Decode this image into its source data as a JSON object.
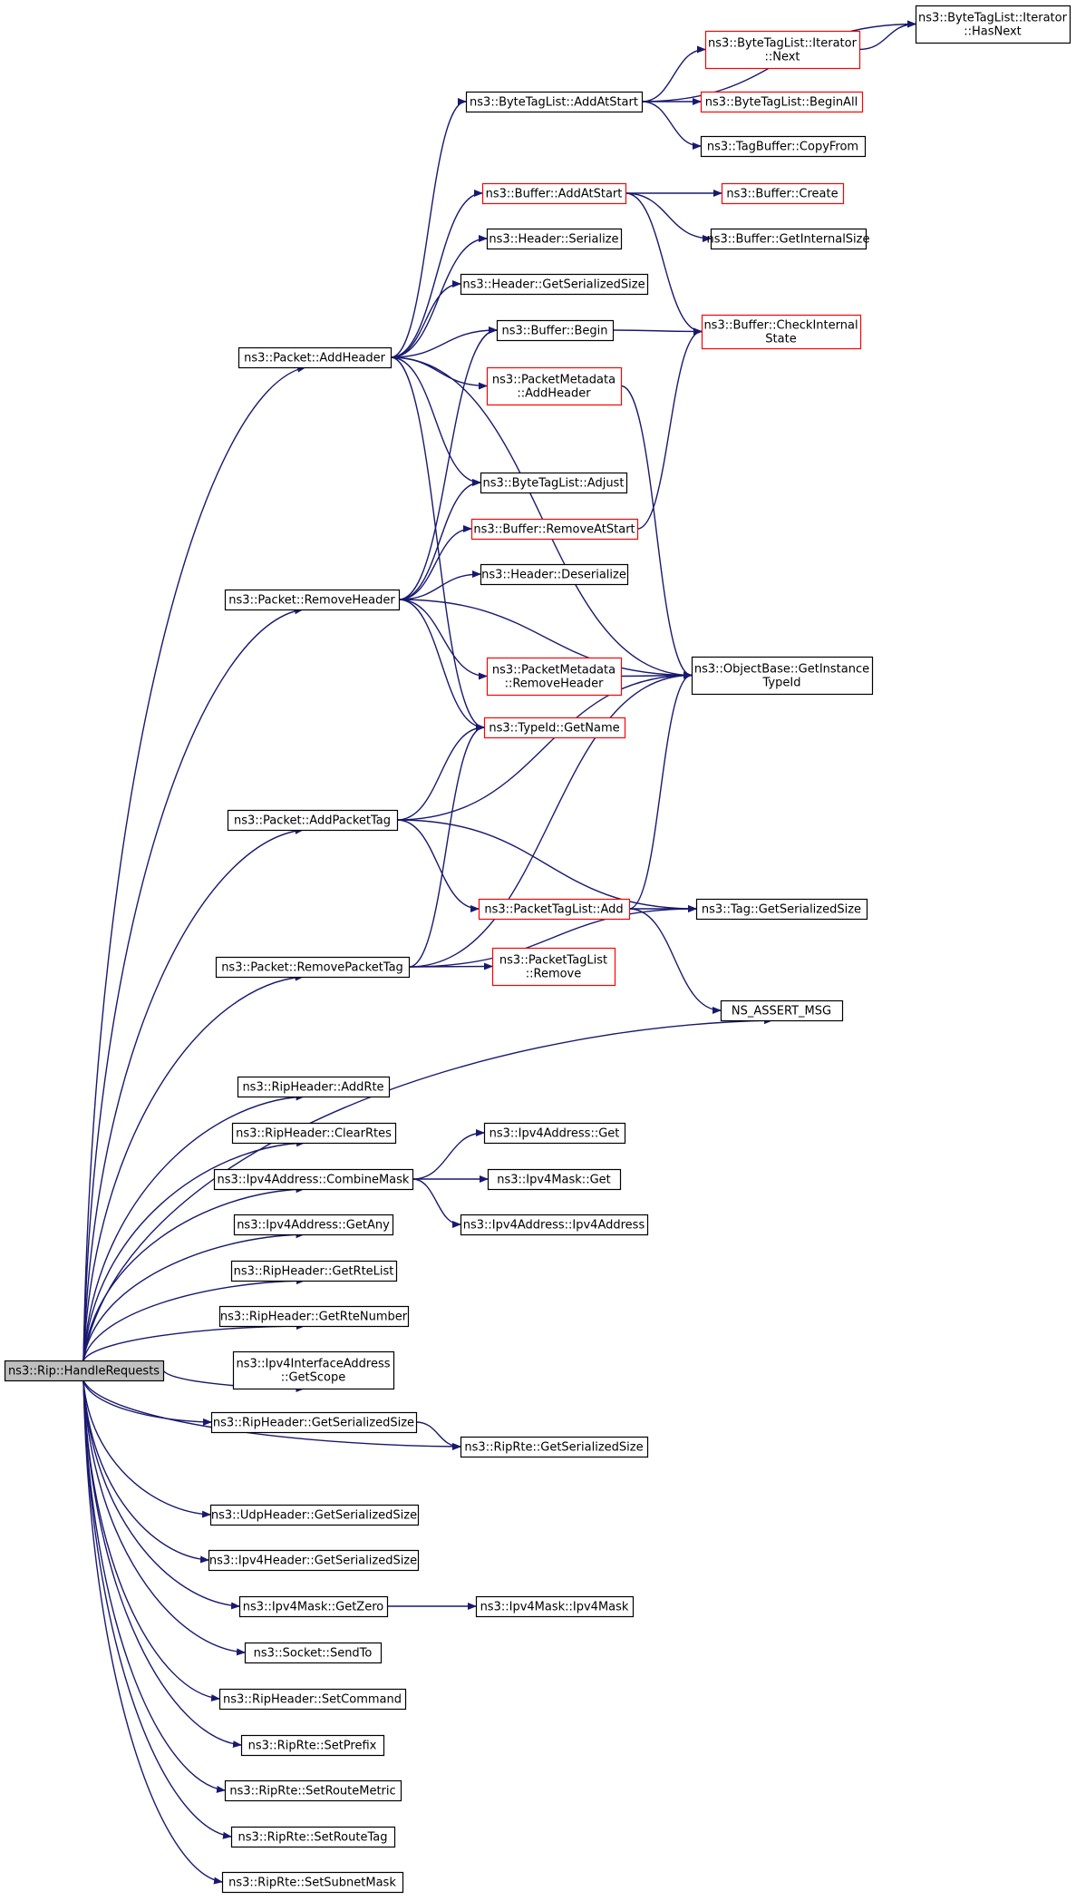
{
  "colors": {
    "edge": "#191970",
    "node_border_normal": "#000000",
    "node_border_highlighted": "#ff0000",
    "node_fill": "#ffffff",
    "root_fill": "#bfbfbf"
  },
  "nodes": [
    {
      "id": "root",
      "lines": [
        "ns3::Rip::HandleRequests"
      ],
      "style": "root"
    },
    {
      "id": "pkt_addheader",
      "lines": [
        "ns3::Packet::AddHeader"
      ],
      "style": "normal"
    },
    {
      "id": "pkt_removeheader",
      "lines": [
        "ns3::Packet::RemoveHeader"
      ],
      "style": "normal"
    },
    {
      "id": "pkt_addpackettag",
      "lines": [
        "ns3::Packet::AddPacketTag"
      ],
      "style": "normal"
    },
    {
      "id": "pkt_removepackettag",
      "lines": [
        "ns3::Packet::RemovePacketTag"
      ],
      "style": "normal"
    },
    {
      "id": "riphdr_addrte",
      "lines": [
        "ns3::RipHeader::AddRte"
      ],
      "style": "normal"
    },
    {
      "id": "riphdr_clearrtes",
      "lines": [
        "ns3::RipHeader::ClearRtes"
      ],
      "style": "normal"
    },
    {
      "id": "ipv4addr_combinemask",
      "lines": [
        "ns3::Ipv4Address::CombineMask"
      ],
      "style": "normal"
    },
    {
      "id": "ipv4addr_getany",
      "lines": [
        "ns3::Ipv4Address::GetAny"
      ],
      "style": "normal"
    },
    {
      "id": "riphdr_getrtelist",
      "lines": [
        "ns3::RipHeader::GetRteList"
      ],
      "style": "normal"
    },
    {
      "id": "riphdr_getrtenumber",
      "lines": [
        "ns3::RipHeader::GetRteNumber"
      ],
      "style": "normal"
    },
    {
      "id": "ipv4ifaddr_getscope",
      "lines": [
        "ns3::Ipv4InterfaceAddress",
        "::GetScope"
      ],
      "style": "normal"
    },
    {
      "id": "riphdr_getserializedsize",
      "lines": [
        "ns3::RipHeader::GetSerializedSize"
      ],
      "style": "normal"
    },
    {
      "id": "udphdr_getserializedsize",
      "lines": [
        "ns3::UdpHeader::GetSerializedSize"
      ],
      "style": "normal"
    },
    {
      "id": "ipv4hdr_getserializedsize",
      "lines": [
        "ns3::Ipv4Header::GetSerializedSize"
      ],
      "style": "normal"
    },
    {
      "id": "ipv4mask_getzero",
      "lines": [
        "ns3::Ipv4Mask::GetZero"
      ],
      "style": "normal"
    },
    {
      "id": "socket_sendto",
      "lines": [
        "ns3::Socket::SendTo"
      ],
      "style": "normal"
    },
    {
      "id": "riphdr_setcommand",
      "lines": [
        "ns3::RipHeader::SetCommand"
      ],
      "style": "normal"
    },
    {
      "id": "riprte_setprefix",
      "lines": [
        "ns3::RipRte::SetPrefix"
      ],
      "style": "normal"
    },
    {
      "id": "riprte_setroutemetric",
      "lines": [
        "ns3::RipRte::SetRouteMetric"
      ],
      "style": "normal"
    },
    {
      "id": "riprte_setroutetag",
      "lines": [
        "ns3::RipRte::SetRouteTag"
      ],
      "style": "normal"
    },
    {
      "id": "riprte_setsubnetmask",
      "lines": [
        "ns3::RipRte::SetSubnetMask"
      ],
      "style": "normal"
    },
    {
      "id": "btl_addatstart",
      "lines": [
        "ns3::ByteTagList::AddAtStart"
      ],
      "style": "normal"
    },
    {
      "id": "buf_addatstart",
      "lines": [
        "ns3::Buffer::AddAtStart"
      ],
      "style": "highlighted"
    },
    {
      "id": "hdr_serialize",
      "lines": [
        "ns3::Header::Serialize"
      ],
      "style": "normal"
    },
    {
      "id": "hdr_getserializedsize",
      "lines": [
        "ns3::Header::GetSerializedSize"
      ],
      "style": "normal"
    },
    {
      "id": "buf_begin",
      "lines": [
        "ns3::Buffer::Begin"
      ],
      "style": "normal"
    },
    {
      "id": "pmd_addheader",
      "lines": [
        "ns3::PacketMetadata",
        "::AddHeader"
      ],
      "style": "highlighted"
    },
    {
      "id": "btl_adjust",
      "lines": [
        "ns3::ByteTagList::Adjust"
      ],
      "style": "normal"
    },
    {
      "id": "buf_removeatstart",
      "lines": [
        "ns3::Buffer::RemoveAtStart"
      ],
      "style": "highlighted"
    },
    {
      "id": "hdr_deserialize",
      "lines": [
        "ns3::Header::Deserialize"
      ],
      "style": "normal"
    },
    {
      "id": "pmd_removeheader",
      "lines": [
        "ns3::PacketMetadata",
        "::RemoveHeader"
      ],
      "style": "highlighted"
    },
    {
      "id": "typeid_getname",
      "lines": [
        "ns3::TypeId::GetName"
      ],
      "style": "highlighted"
    },
    {
      "id": "ptl_add",
      "lines": [
        "ns3::PacketTagList::Add"
      ],
      "style": "highlighted"
    },
    {
      "id": "ptl_remove",
      "lines": [
        "ns3::PacketTagList",
        "::Remove"
      ],
      "style": "highlighted"
    },
    {
      "id": "ipv4addr_get",
      "lines": [
        "ns3::Ipv4Address::Get"
      ],
      "style": "normal"
    },
    {
      "id": "ipv4mask_get",
      "lines": [
        "ns3::Ipv4Mask::Get"
      ],
      "style": "normal"
    },
    {
      "id": "ipv4addr_ipv4address",
      "lines": [
        "ns3::Ipv4Address::Ipv4Address"
      ],
      "style": "normal"
    },
    {
      "id": "riprte_getserializedsize",
      "lines": [
        "ns3::RipRte::GetSerializedSize"
      ],
      "style": "normal"
    },
    {
      "id": "ipv4mask_ipv4mask",
      "lines": [
        "ns3::Ipv4Mask::Ipv4Mask"
      ],
      "style": "normal"
    },
    {
      "id": "btl_iter_hasnext",
      "lines": [
        "ns3::ByteTagList::Iterator",
        "::HasNext"
      ],
      "style": "normal"
    },
    {
      "id": "btl_iter_next",
      "lines": [
        "ns3::ByteTagList::Iterator",
        "::Next"
      ],
      "style": "highlighted"
    },
    {
      "id": "btl_beginall",
      "lines": [
        "ns3::ByteTagList::BeginAll"
      ],
      "style": "highlighted"
    },
    {
      "id": "tagbuf_copyfrom",
      "lines": [
        "ns3::TagBuffer::CopyFrom"
      ],
      "style": "normal"
    },
    {
      "id": "buf_create",
      "lines": [
        "ns3::Buffer::Create"
      ],
      "style": "highlighted"
    },
    {
      "id": "buf_getinternalsize",
      "lines": [
        "ns3::Buffer::GetInternalSize"
      ],
      "style": "normal"
    },
    {
      "id": "buf_checkinternalstate",
      "lines": [
        "ns3::Buffer::CheckInternal",
        "State"
      ],
      "style": "highlighted"
    },
    {
      "id": "objbase_getinstancetypeid",
      "lines": [
        "ns3::ObjectBase::GetInstance",
        "TypeId"
      ],
      "style": "normal"
    },
    {
      "id": "tag_getserializedsize",
      "lines": [
        "ns3::Tag::GetSerializedSize"
      ],
      "style": "normal"
    },
    {
      "id": "ns_assert_msg",
      "lines": [
        "NS_ASSERT_MSG"
      ],
      "style": "normal"
    }
  ],
  "edges": [
    [
      "root",
      "pkt_addheader"
    ],
    [
      "root",
      "pkt_removeheader"
    ],
    [
      "root",
      "pkt_addpackettag"
    ],
    [
      "root",
      "pkt_removepackettag"
    ],
    [
      "root",
      "ns_assert_msg"
    ],
    [
      "root",
      "riphdr_addrte"
    ],
    [
      "root",
      "riphdr_clearrtes"
    ],
    [
      "root",
      "ipv4addr_combinemask"
    ],
    [
      "root",
      "ipv4addr_getany"
    ],
    [
      "root",
      "riphdr_getrtelist"
    ],
    [
      "root",
      "riphdr_getrtenumber"
    ],
    [
      "root",
      "ipv4ifaddr_getscope"
    ],
    [
      "root",
      "riphdr_getserializedsize"
    ],
    [
      "root",
      "riprte_getserializedsize"
    ],
    [
      "root",
      "udphdr_getserializedsize"
    ],
    [
      "root",
      "ipv4hdr_getserializedsize"
    ],
    [
      "root",
      "ipv4mask_getzero"
    ],
    [
      "root",
      "socket_sendto"
    ],
    [
      "root",
      "riphdr_setcommand"
    ],
    [
      "root",
      "riprte_setprefix"
    ],
    [
      "root",
      "riprte_setroutemetric"
    ],
    [
      "root",
      "riprte_setroutetag"
    ],
    [
      "root",
      "riprte_setsubnetmask"
    ],
    [
      "pkt_addheader",
      "btl_addatstart"
    ],
    [
      "pkt_addheader",
      "buf_addatstart"
    ],
    [
      "pkt_addheader",
      "hdr_serialize"
    ],
    [
      "pkt_addheader",
      "hdr_getserializedsize"
    ],
    [
      "pkt_addheader",
      "buf_begin"
    ],
    [
      "pkt_addheader",
      "pmd_addheader"
    ],
    [
      "pkt_addheader",
      "btl_adjust"
    ],
    [
      "pkt_addheader",
      "objbase_getinstancetypeid"
    ],
    [
      "pkt_addheader",
      "typeid_getname"
    ],
    [
      "pkt_removeheader",
      "buf_begin"
    ],
    [
      "pkt_removeheader",
      "btl_adjust"
    ],
    [
      "pkt_removeheader",
      "buf_removeatstart"
    ],
    [
      "pkt_removeheader",
      "hdr_deserialize"
    ],
    [
      "pkt_removeheader",
      "pmd_removeheader"
    ],
    [
      "pkt_removeheader",
      "objbase_getinstancetypeid"
    ],
    [
      "pkt_removeheader",
      "typeid_getname"
    ],
    [
      "pkt_addpackettag",
      "typeid_getname"
    ],
    [
      "pkt_addpackettag",
      "objbase_getinstancetypeid"
    ],
    [
      "pkt_addpackettag",
      "ptl_add"
    ],
    [
      "pkt_addpackettag",
      "tag_getserializedsize"
    ],
    [
      "pkt_removepackettag",
      "typeid_getname"
    ],
    [
      "pkt_removepackettag",
      "objbase_getinstancetypeid"
    ],
    [
      "pkt_removepackettag",
      "ptl_remove"
    ],
    [
      "pkt_removepackettag",
      "tag_getserializedsize"
    ],
    [
      "btl_addatstart",
      "btl_iter_hasnext"
    ],
    [
      "btl_addatstart",
      "btl_iter_next"
    ],
    [
      "btl_addatstart",
      "btl_beginall"
    ],
    [
      "btl_addatstart",
      "tagbuf_copyfrom"
    ],
    [
      "btl_iter_next",
      "btl_iter_hasnext"
    ],
    [
      "buf_addatstart",
      "buf_create"
    ],
    [
      "buf_addatstart",
      "buf_getinternalsize"
    ],
    [
      "buf_addatstart",
      "buf_checkinternalstate"
    ],
    [
      "buf_begin",
      "buf_checkinternalstate"
    ],
    [
      "buf_removeatstart",
      "buf_checkinternalstate"
    ],
    [
      "pmd_addheader",
      "objbase_getinstancetypeid"
    ],
    [
      "pmd_removeheader",
      "objbase_getinstancetypeid"
    ],
    [
      "ptl_add",
      "tag_getserializedsize"
    ],
    [
      "ptl_add",
      "objbase_getinstancetypeid"
    ],
    [
      "ptl_add",
      "ns_assert_msg"
    ],
    [
      "ipv4addr_combinemask",
      "ipv4addr_get"
    ],
    [
      "ipv4addr_combinemask",
      "ipv4mask_get"
    ],
    [
      "ipv4addr_combinemask",
      "ipv4addr_ipv4address"
    ],
    [
      "riphdr_getserializedsize",
      "riprte_getserializedsize"
    ],
    [
      "ipv4mask_getzero",
      "ipv4mask_ipv4mask"
    ]
  ]
}
